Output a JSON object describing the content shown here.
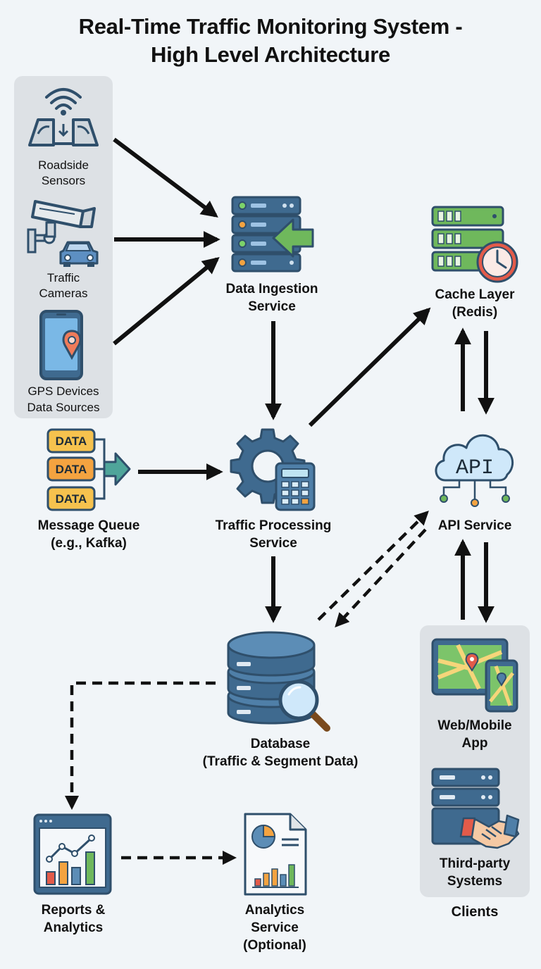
{
  "title": {
    "line1": "Real-Time Traffic Monitoring System -",
    "line2": "High Level Architecture"
  },
  "sources": {
    "roadside_sensors": [
      "Roadside",
      "Sensors"
    ],
    "traffic_cameras": [
      "Traffic",
      "Cameras"
    ],
    "gps_devices": [
      "GPS Devices",
      "Data Sources"
    ]
  },
  "message_queue": {
    "label": [
      "Message Queue",
      "(e.g., Kafka)"
    ],
    "block_text": "DATA"
  },
  "ingestion": {
    "label": [
      "Data Ingestion",
      "Service"
    ]
  },
  "processing": {
    "label": [
      "Traffic Processing",
      "Service"
    ]
  },
  "cache": {
    "label": [
      "Cache Layer",
      "(Redis)"
    ]
  },
  "api": {
    "label": [
      "API Service"
    ],
    "cloud_text": "API"
  },
  "database": {
    "label": [
      "Database",
      "(Traffic & Segment Data)"
    ]
  },
  "reports": {
    "label": [
      "Reports &",
      "Analytics"
    ]
  },
  "analytics": {
    "label": [
      "Analytics",
      "Service",
      "(Optional)"
    ]
  },
  "clients": {
    "web_mobile": [
      "Web/Mobile",
      "App"
    ],
    "third_party": [
      "Third-party",
      "Systems"
    ],
    "group_label": "Clients"
  },
  "colors": {
    "background": "#f1f5f8",
    "group_box": "#dde1e5",
    "server_blue": "#3f6a8f",
    "green": "#6fb85c",
    "orange": "#f4a340",
    "red": "#e35b4a",
    "teal": "#4fa59a",
    "arrow": "#111111"
  }
}
